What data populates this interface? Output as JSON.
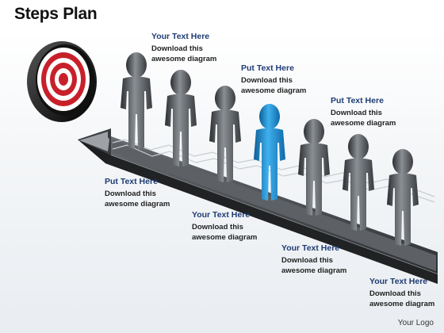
{
  "title": "Steps Plan",
  "logo": "Your Logo",
  "colors": {
    "highlight": "#1f8fd0",
    "figure": "#555a5f",
    "target_red": "#c8202a",
    "heading_text": "#1f3c73"
  },
  "labels": [
    {
      "heading": "Your Text Here",
      "line1": "Download this",
      "line2": "awesome diagram"
    },
    {
      "heading": "Put Text Here",
      "line1": "Download this",
      "line2": "awesome diagram"
    },
    {
      "heading": "Your Text Here",
      "line1": "Download this",
      "line2": "awesome diagram"
    },
    {
      "heading": "Put Text Here",
      "line1": "Download this",
      "line2": "awesome diagram"
    },
    {
      "heading": "Your Text Here",
      "line1": "Download this",
      "line2": "awesome diagram"
    },
    {
      "heading": "Put Text Here",
      "line1": "Download this",
      "line2": "awesome diagram"
    },
    {
      "heading": "Your Text Here",
      "line1": "Download this",
      "line2": "awesome diagram"
    }
  ]
}
